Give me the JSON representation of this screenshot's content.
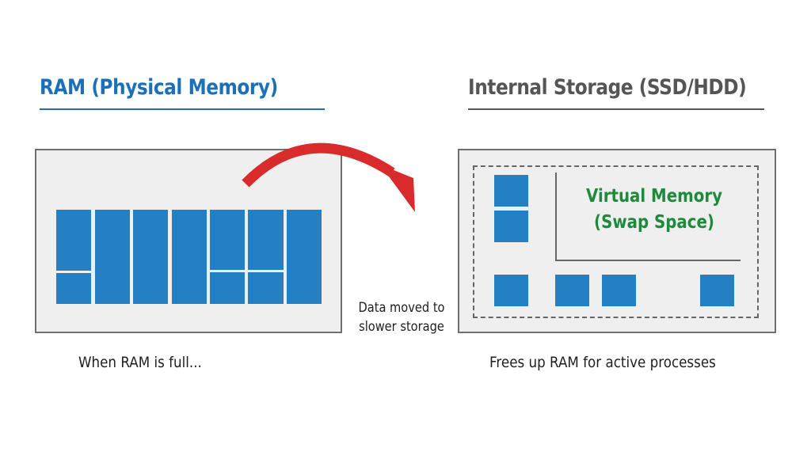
{
  "ram": {
    "title": "RAM (Physical Memory)",
    "caption": "When RAM is full...",
    "accent_color": "#1d6fb8",
    "blocks": [
      {
        "column": 1,
        "parts": [
          "upper",
          "lower"
        ]
      },
      {
        "column": 2,
        "parts": [
          "full"
        ]
      },
      {
        "column": 3,
        "parts": [
          "full"
        ]
      },
      {
        "column": 4,
        "parts": [
          "full"
        ]
      },
      {
        "column": 5,
        "parts": [
          "upper",
          "lower"
        ]
      },
      {
        "column": 6,
        "parts": [
          "upper",
          "lower"
        ]
      },
      {
        "column": 7,
        "parts": [
          "full"
        ]
      }
    ]
  },
  "transfer": {
    "arrow_color": "#d92b2b",
    "label_line1": "Data moved to",
    "label_line2": "slower storage"
  },
  "storage": {
    "title": "Internal Storage (SSD/HDD)",
    "caption": "Frees up RAM for active processes",
    "virtual_memory_line1": "Virtual Memory",
    "virtual_memory_line2": "(Swap Space)",
    "virtual_memory_color": "#1e8a3c",
    "block_count": 6
  },
  "block_color": "#2480c2"
}
